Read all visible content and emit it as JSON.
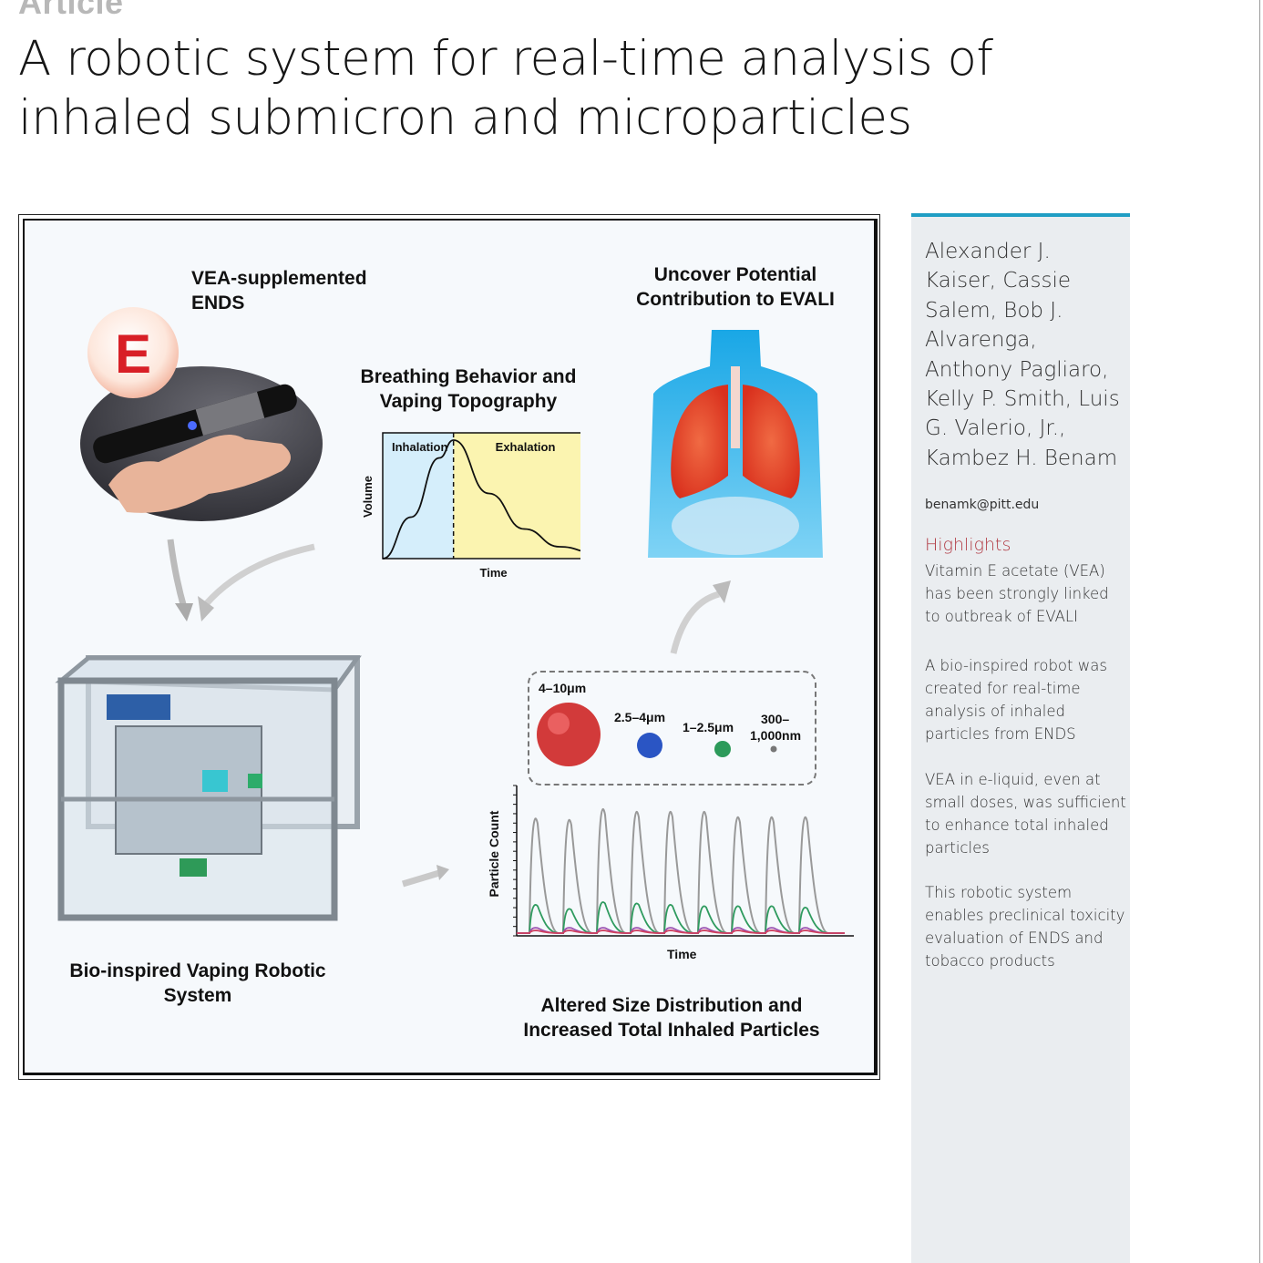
{
  "header": {
    "article_label": "Article",
    "title": "A robotic system for real-time analysis of inhaled submicron and microparticles"
  },
  "graphical_abstract": {
    "vea_label_line1": "VEA-supplemented",
    "vea_label_line2": "ENDS",
    "e_badge": "E",
    "breathing_line1": "Breathing Behavior and",
    "breathing_line2": "Vaping Topography",
    "uncover_line1": "Uncover Potential",
    "uncover_line2": "Contribution to EVALI",
    "robot_line1": "Bio-inspired Vaping Robotic",
    "robot_line2": "System",
    "altered_line1": "Altered Size Distribution and",
    "altered_line2": "Increased Total Inhaled Particles",
    "particle_sizes": [
      {
        "label": "4–10μm",
        "color": "#d23a3a"
      },
      {
        "label": "2.5–4μm",
        "color": "#2a55c4"
      },
      {
        "label": "1–2.5μm",
        "color": "#2c9a5a"
      },
      {
        "label_line1": "300–",
        "label_line2": "1,000nm",
        "color": "#777777"
      }
    ]
  },
  "chart_data": [
    {
      "type": "area",
      "x": [
        0,
        0.4,
        0.8,
        1.0,
        1.5,
        2.0,
        2.5,
        3.0
      ],
      "values": [
        0,
        0.35,
        0.85,
        1.0,
        0.55,
        0.25,
        0.1,
        0.05
      ],
      "regions": [
        {
          "label": "Inhalation",
          "from": 0,
          "to": 1.0,
          "color": "#d5eefb"
        },
        {
          "label": "Exhalation",
          "from": 1.0,
          "to": 3.0,
          "color": "#fbf4b0"
        }
      ],
      "xlabel": "Time",
      "ylabel": "Volume"
    },
    {
      "type": "line",
      "xlabel": "Time",
      "ylabel": "Particle Count",
      "peaks": 9,
      "series": [
        {
          "color": "#999999",
          "peak_values": [
            0.85,
            0.84,
            0.92,
            0.9,
            0.9,
            0.9,
            0.86,
            0.86,
            0.86
          ]
        },
        {
          "color": "#2f9b5f",
          "peak_values": [
            0.21,
            0.18,
            0.23,
            0.22,
            0.21,
            0.2,
            0.2,
            0.2,
            0.19
          ]
        },
        {
          "color": "#9a4fb0",
          "peak_values": [
            0.04,
            0.04,
            0.04,
            0.04,
            0.04,
            0.04,
            0.04,
            0.04,
            0.04
          ]
        },
        {
          "color": "#d04060",
          "peak_values": [
            0.02,
            0.02,
            0.02,
            0.02,
            0.02,
            0.02,
            0.02,
            0.02,
            0.02
          ]
        }
      ]
    }
  ],
  "sidebar": {
    "authors_lines": [
      "Alexander J.",
      "Kaiser, Cassie",
      "Salem, Bob J.",
      "Alvarenga,",
      "Anthony Pagliaro,",
      "Kelly P. Smith, Luis",
      "G. Valerio, Jr.,",
      "Kambez H. Benam"
    ],
    "email": "benamk@pitt.edu",
    "highlights_title": "Highlights",
    "highlights": [
      [
        "Vitamin E acetate (VEA)",
        "has been strongly linked",
        "to outbreak of EVALI"
      ],
      [
        "A bio-inspired robot was",
        "created for real-time",
        "analysis of inhaled",
        "particles from ENDS"
      ],
      [
        "VEA in e-liquid, even at",
        "small doses, was sufficient",
        "to enhance total inhaled",
        "particles"
      ],
      [
        "This robotic system",
        "enables preclinical toxicity",
        "evaluation of ENDS and",
        "tobacco products"
      ]
    ],
    "accent_color": "#1f9ec4",
    "highlight_color": "#b13a43"
  }
}
